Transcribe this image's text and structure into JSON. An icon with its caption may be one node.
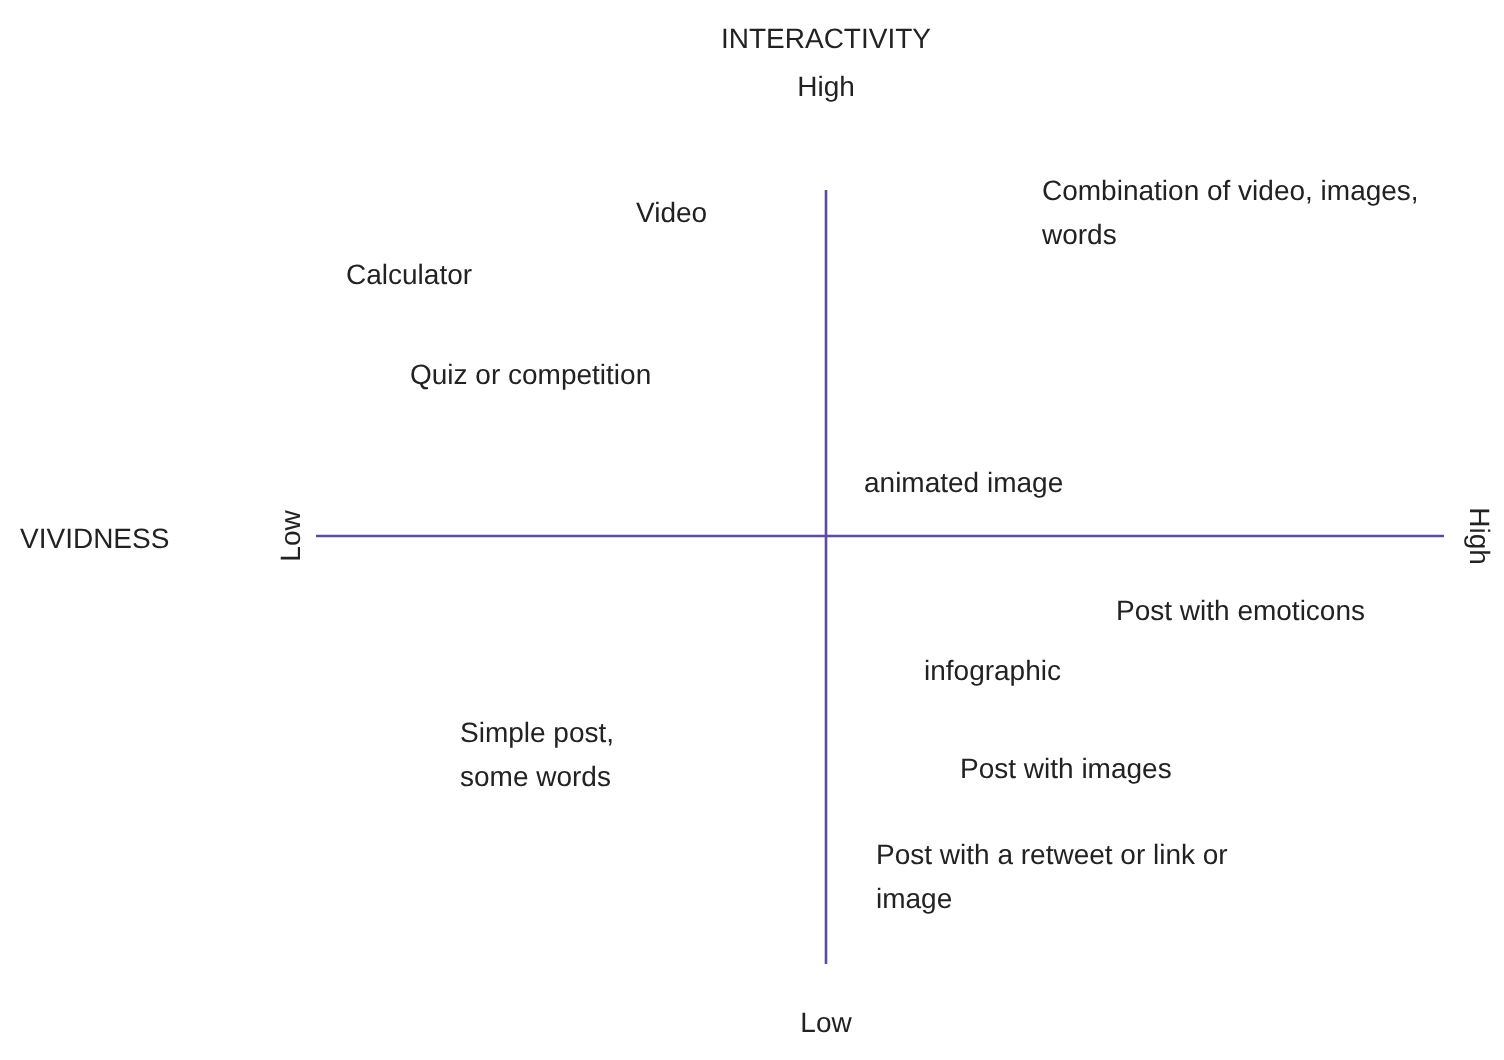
{
  "diagram": {
    "labels": [
      "INTERACTIVITY",
      "High",
      "Video",
      "Combination of video, images, words",
      "Calculator",
      "Quiz or competition",
      "animated image",
      "VIVIDNESS",
      "Low",
      "High",
      "Post with emoticons",
      "infographic",
      "Simple post, some words",
      "Post with images",
      "Post with a retweet or link or image",
      "Low"
    ]
  }
}
